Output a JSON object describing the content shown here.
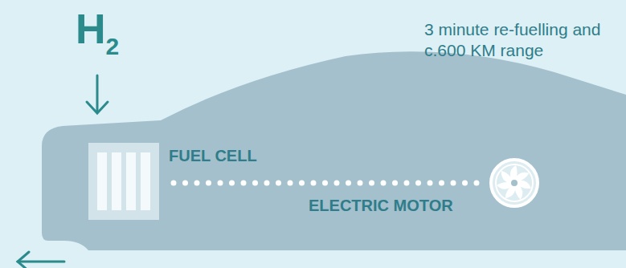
{
  "diagram": {
    "nodes": [
      {
        "text": [
          "FUEL CELL"
        ]
      },
      {
        "text": [
          "ELECTRIC MOTOR"
        ]
      }
    ],
    "edges": [
      {
        "from": 0,
        "to": 1,
        "arrow": "none"
      }
    ],
    "labels": [
      "H2",
      "3 minute re-fuelling and c.600 KM range"
    ]
  }
}
